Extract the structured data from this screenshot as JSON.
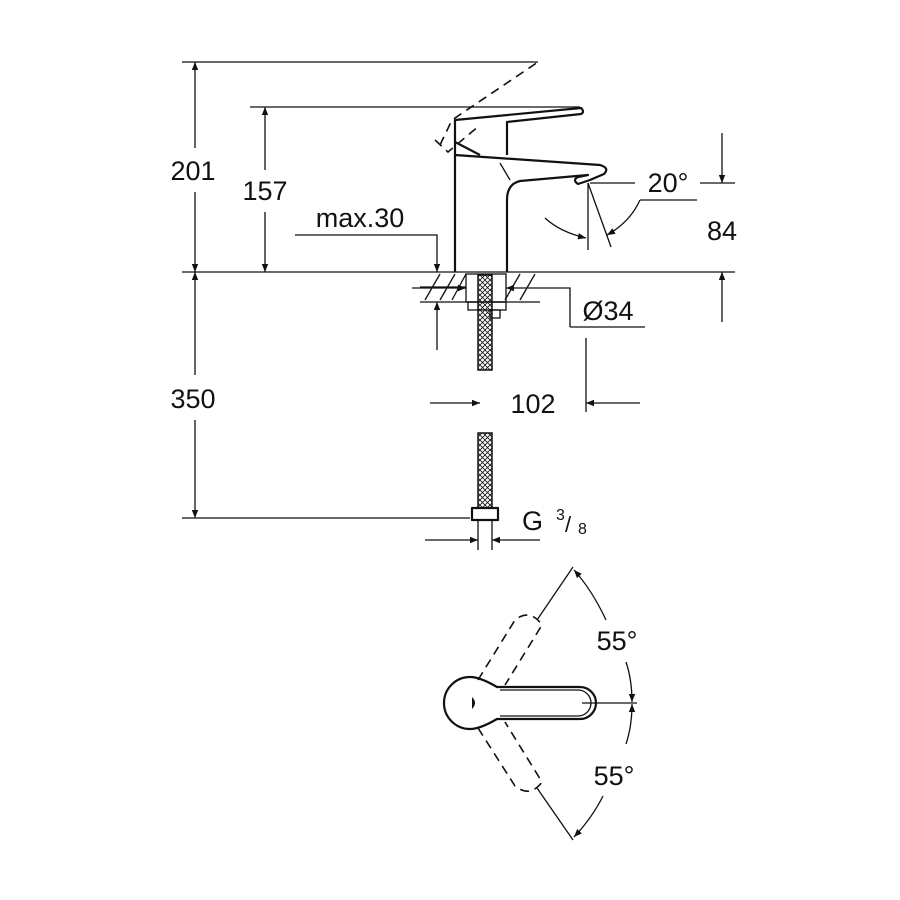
{
  "drawing": {
    "colors": {
      "line": "#111111",
      "background": "#ffffff"
    },
    "side_view": {
      "dim_total_height": "201",
      "dim_lever_height": "157",
      "dim_max_countertop": "max.30",
      "dim_spout_height": "84",
      "dim_spout_angle": "20°",
      "dim_hole_diameter": "Ø34",
      "dim_spout_reach": "102",
      "dim_hose_length": "350",
      "dim_connection": "G",
      "dim_connection_num": "3",
      "dim_connection_den": "8"
    },
    "top_view": {
      "dim_rotation_upper": "55°",
      "dim_rotation_lower": "55°"
    }
  }
}
